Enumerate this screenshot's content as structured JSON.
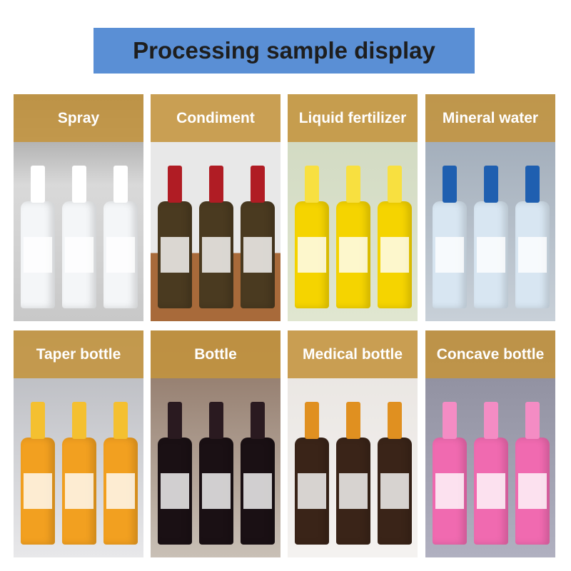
{
  "title": "Processing sample display",
  "samples": [
    {
      "label": "Spray",
      "bg": "linear-gradient(#8a8a8a,#d9d9d9 40%,#c8c8c8)",
      "item": "#f4f6f8",
      "cap": "#ffffff"
    },
    {
      "label": "Condiment",
      "bg": "linear-gradient(#e8e8e8 70%,#a86a3a 70%)",
      "item": "#4a3a20",
      "cap": "#b01c24"
    },
    {
      "label": "Liquid fertilizer",
      "bg": "linear-gradient(#cfd8c0,#e0e6d0)",
      "item": "#f5d400",
      "cap": "#f8e040"
    },
    {
      "label": "Mineral water",
      "bg": "linear-gradient(#9aa6b4,#c8d0d8)",
      "item": "#d8e6f2",
      "cap": "#1f5fb0"
    },
    {
      "label": "Taper bottle",
      "bg": "linear-gradient(#b4b6bc,#e8e8ea)",
      "item": "#f2a020",
      "cap": "#f4c030"
    },
    {
      "label": "Bottle",
      "bg": "linear-gradient(#8a7060,#c9c0b6)",
      "item": "#1a1014",
      "cap": "#2a1a20"
    },
    {
      "label": "Medical bottle",
      "bg": "linear-gradient(#e8e4e0,#f4f2f0)",
      "item": "#3a2418",
      "cap": "#e09020"
    },
    {
      "label": "Concave bottle",
      "bg": "linear-gradient(#8a8a9a,#b0b0c0)",
      "item": "#f06ab0",
      "cap": "#f48cc4"
    }
  ]
}
